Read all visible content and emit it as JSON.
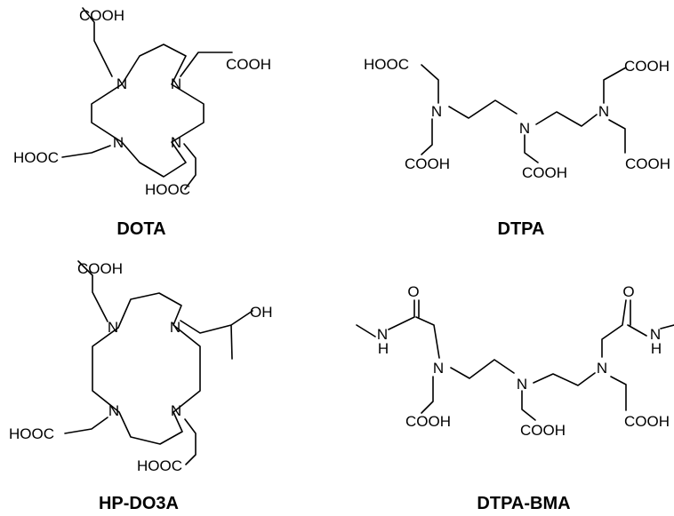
{
  "molecules": {
    "dota": {
      "name": "DOTA",
      "labels": {
        "n1": "N",
        "n2": "N",
        "n3": "N",
        "n4": "N",
        "cooh_top": "COOH",
        "cooh_right": "COOH",
        "hooc_left": "HOOC",
        "hooc_bottom": "HOOC"
      }
    },
    "dtpa": {
      "name": "DTPA",
      "labels": {
        "n1": "N",
        "n2": "N",
        "n3": "N",
        "hooc_tl": "HOOC",
        "cooh_bl": "COOH",
        "cooh_mid": "COOH",
        "cooh_tr": "COOH",
        "cooh_br": "COOH"
      }
    },
    "hpdo3a": {
      "name": "HP-DO3A",
      "labels": {
        "n1": "N",
        "n2": "N",
        "n3": "N",
        "n4": "N",
        "cooh_top": "COOH",
        "oh": "OH",
        "hooc_left": "HOOC",
        "hooc_bottom": "HOOC"
      }
    },
    "dtpabma": {
      "name": "DTPA-BMA",
      "labels": {
        "o_left": "O",
        "nh_left_n": "N",
        "nh_left_h": "H",
        "o_right": "O",
        "nh_right_n": "N",
        "nh_right_h": "H",
        "n1": "N",
        "n2": "N",
        "n3": "N",
        "cooh_bl": "COOH",
        "cooh_mid": "COOH",
        "cooh_br": "COOH"
      }
    }
  }
}
